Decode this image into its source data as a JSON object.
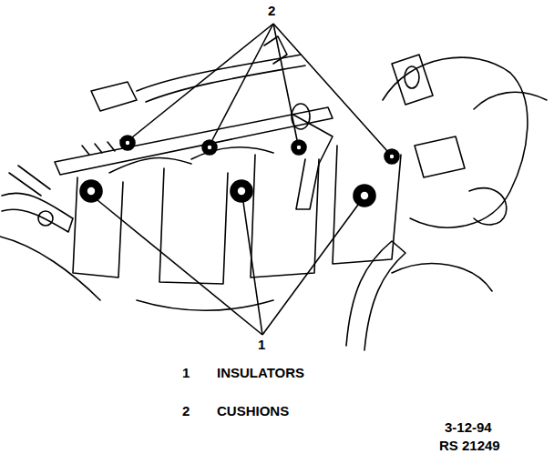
{
  "diagram": {
    "labels": [
      "2",
      "1",
      "1",
      "INSULATORS",
      "2",
      "CUSHIONS",
      "3-12-94",
      "RS 21249"
    ]
  }
}
